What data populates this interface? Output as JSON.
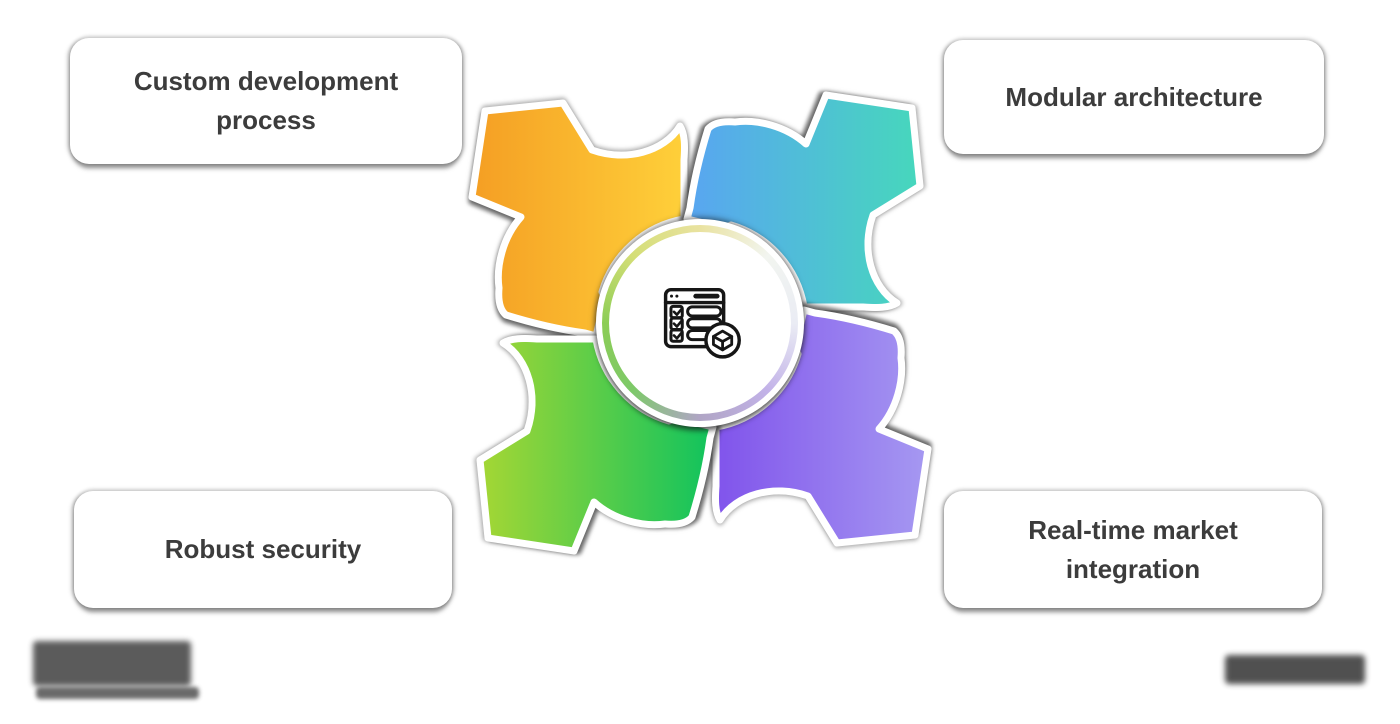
{
  "page": {
    "background": "#FFFFFF",
    "type": "infographic-diagram"
  },
  "cards": {
    "top_left": {
      "label": "Custom development process"
    },
    "top_right": {
      "label": "Modular architecture"
    },
    "bottom_left": {
      "label": "Robust security"
    },
    "bottom_right": {
      "label": "Real-time market integration"
    }
  },
  "arrows": {
    "top_left": {
      "direction": "up-left",
      "color_start": "#F49B22",
      "color_end": "#FFD33B"
    },
    "top_right": {
      "direction": "up-right",
      "color_start": "#58A7EF",
      "color_end": "#45DBB8"
    },
    "bottom_left": {
      "direction": "down-left",
      "color_start": "#B0D831",
      "color_end": "#16C45C"
    },
    "bottom_right": {
      "direction": "down-right",
      "color_start": "#7E4FEB",
      "color_end": "#A89DF2"
    }
  },
  "center": {
    "icon": "checklist-with-cube-icon",
    "icon_stroke": "#161616",
    "ring_colors": [
      "#e9e2a0",
      "#f2f5f0",
      "#eaecf4",
      "#c2b2e8",
      "#b0a5c5",
      "#7dc969",
      "#8ccd55",
      "#d4de76",
      "#e9e2a0"
    ]
  },
  "text_color": "#3C3C3C",
  "watermarks": {
    "left_wordmark_legible": false,
    "right_wordmark_legible": false
  }
}
